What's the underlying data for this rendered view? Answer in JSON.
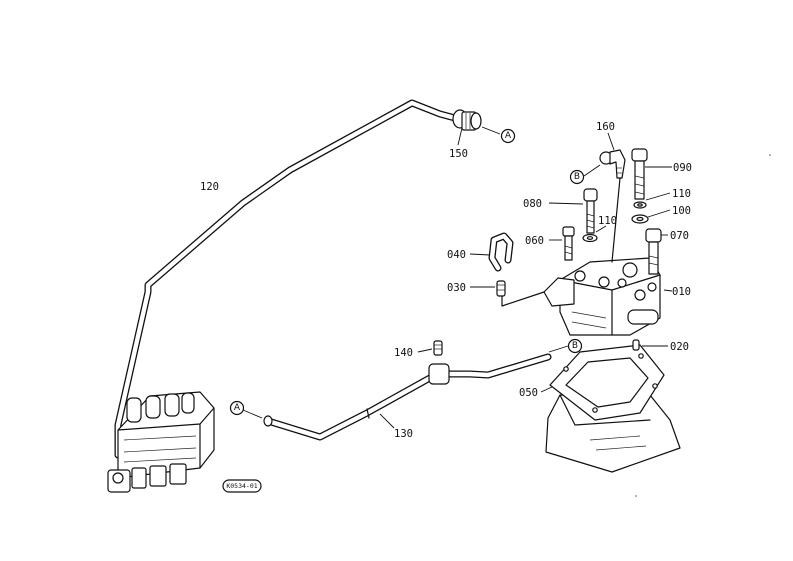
{
  "parts": {
    "p010": "010",
    "p020": "020",
    "p030": "030",
    "p040": "040",
    "p050": "050",
    "p060": "060",
    "p070": "070",
    "p080": "080",
    "p090": "090",
    "p100": "100",
    "p110a": "110",
    "p110b": "110",
    "p120": "120",
    "p130": "130",
    "p140": "140",
    "p150": "150",
    "p160": "160"
  },
  "refs": {
    "a1": "A",
    "a2": "A",
    "b1": "B",
    "b2": "B"
  },
  "diagram_code": "K0534-01"
}
